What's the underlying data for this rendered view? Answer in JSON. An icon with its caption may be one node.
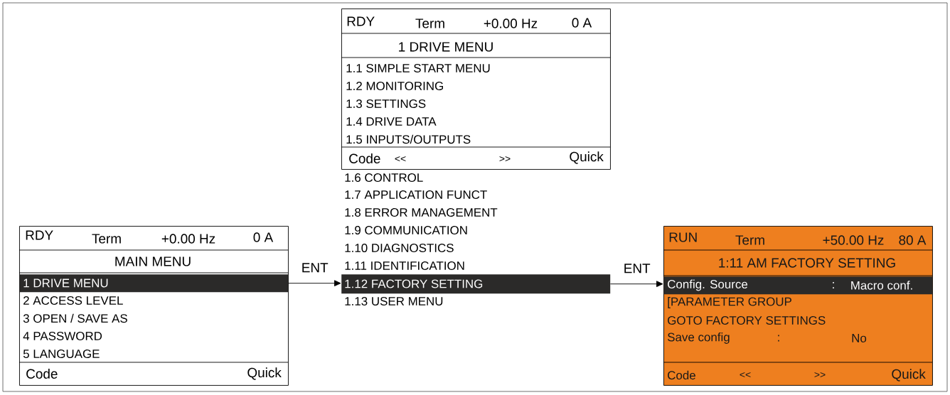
{
  "diagram": {
    "nodes": [
      {
        "text": [
          "RDY",
          "Term",
          "+0.00 Hz",
          "0 A",
          "MAIN MENU",
          "2 ACCESS LEVEL",
          "3 OPEN / SAVE AS",
          "4 PASSWORD",
          "5 LANGUAGE",
          "Code",
          "Quick"
        ]
      },
      {
        "text": [
          "1 DRIVE MENU"
        ],
        "in": 0
      },
      {
        "text": [
          "RDY",
          "Term",
          "+0.00 Hz",
          "0 A",
          "1 DRIVE MENU",
          "1.1 SIMPLE START MENU",
          "1.2 MONITORING",
          "1.3 SETTINGS",
          "1.4 DRIVE DATA",
          "1.5 INPUTS/OUTPUTS",
          "Code",
          "<<",
          ">>",
          "Quick"
        ]
      },
      {
        "text": [
          "1.12 FACTORY SETTING"
        ]
      },
      {
        "text": [
          "RUN",
          "Term",
          "+50.00 Hz",
          "80 A",
          "1:11 AM FACTORY SETTING",
          "[PARAMETER GROUP",
          "GOTO FACTORY SETTINGS",
          "Save config",
          ":",
          "No",
          "Code",
          "<<",
          ">>",
          "Quick"
        ]
      },
      {
        "text": [
          "Config. Source",
          ":",
          "Macro conf."
        ],
        "in": 4
      }
    ],
    "edges": [
      {
        "from": 1,
        "to": 3,
        "arrow": "to",
        "label": "ENT"
      },
      {
        "from": 3,
        "to": 5,
        "arrow": "to",
        "label": "ENT"
      }
    ],
    "labels": [
      "1.6 CONTROL",
      "1.7 APPLICATION FUNCT",
      "1.8 ERROR MANAGEMENT",
      "1.9 COMMUNICATION",
      "1.10 DIAGNOSTICS",
      "1.11 IDENTIFICATION",
      "1.13 USER MENU"
    ]
  }
}
